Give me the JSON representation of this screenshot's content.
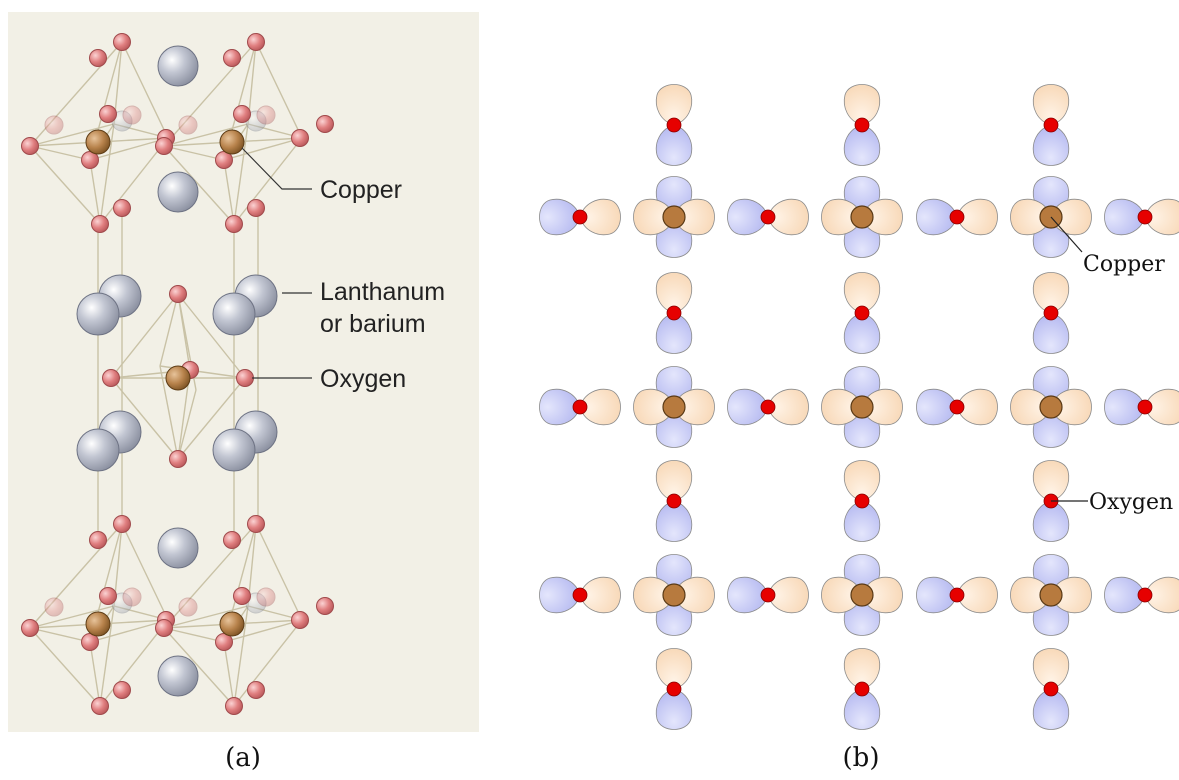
{
  "panel_a": {
    "caption": "(a)",
    "labels": {
      "copper": "Copper",
      "lanthanum_line1": "Lanthanum",
      "lanthanum_line2": "or barium",
      "oxygen": "Oxygen"
    }
  },
  "panel_b": {
    "caption": "(b)",
    "labels": {
      "copper": "Copper",
      "oxygen": "Oxygen"
    }
  },
  "colors": {
    "panel_background": "#f2f0e6",
    "bond": "#c9c2a6",
    "oxygen_atom": "#e07f80",
    "copper_atom": "#b8834c",
    "lanthanum_atom": "#b3b8c6",
    "orbital_orange": "#fbe1c8",
    "orbital_blue": "#c5c8f4",
    "oxygen_dot": "#e60000",
    "copper_disc": "#b77a3e"
  }
}
